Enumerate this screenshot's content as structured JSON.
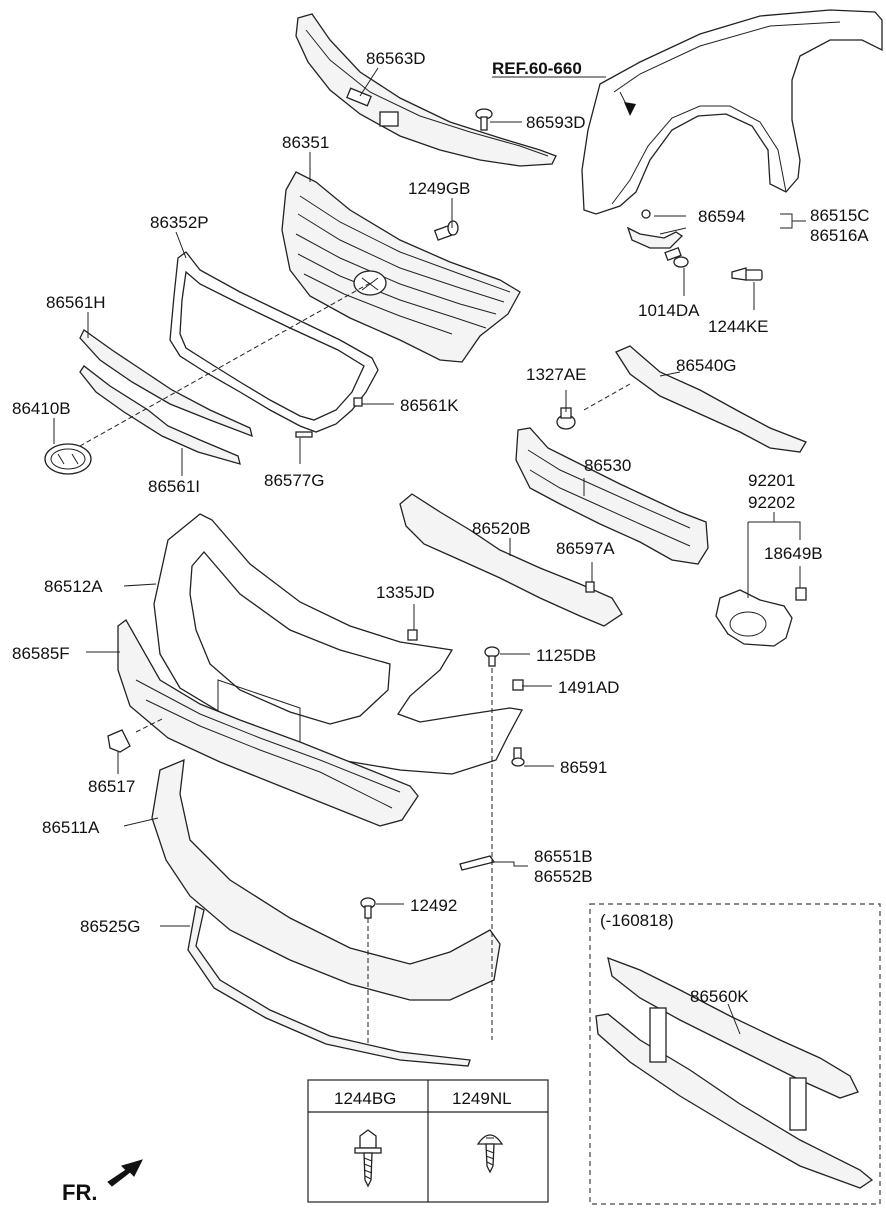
{
  "labels": {
    "p86563D": "86563D",
    "ref": "REF.60-660",
    "p86593D": "86593D",
    "p86351": "86351",
    "p1249GB": "1249GB",
    "p86352P": "86352P",
    "p86594": "86594",
    "p86515C": "86515C",
    "p86516A": "86516A",
    "p86561H": "86561H",
    "p1014DA": "1014DA",
    "p1244KE": "1244KE",
    "p1327AE": "1327AE",
    "p86540G": "86540G",
    "p86410B": "86410B",
    "p86561K": "86561K",
    "p86530": "86530",
    "p86561I": "86561I",
    "p86577G": "86577G",
    "p92201": "92201",
    "p92202": "92202",
    "p86520B": "86520B",
    "p18649B": "18649B",
    "p86597A": "86597A",
    "p86512A": "86512A",
    "p1335JD": "1335JD",
    "p86585F": "86585F",
    "p1125DB": "1125DB",
    "p1491AD": "1491AD",
    "p86591": "86591",
    "p86517": "86517",
    "p86511A": "86511A",
    "p86551B": "86551B",
    "p86552B": "86552B",
    "p12492": "12492",
    "p86525G": "86525G",
    "p86560K": "86560K",
    "variant": "(-160818)",
    "fr": "FR."
  },
  "fastener_table": {
    "headers": [
      "1244BG",
      "1249NL"
    ]
  }
}
